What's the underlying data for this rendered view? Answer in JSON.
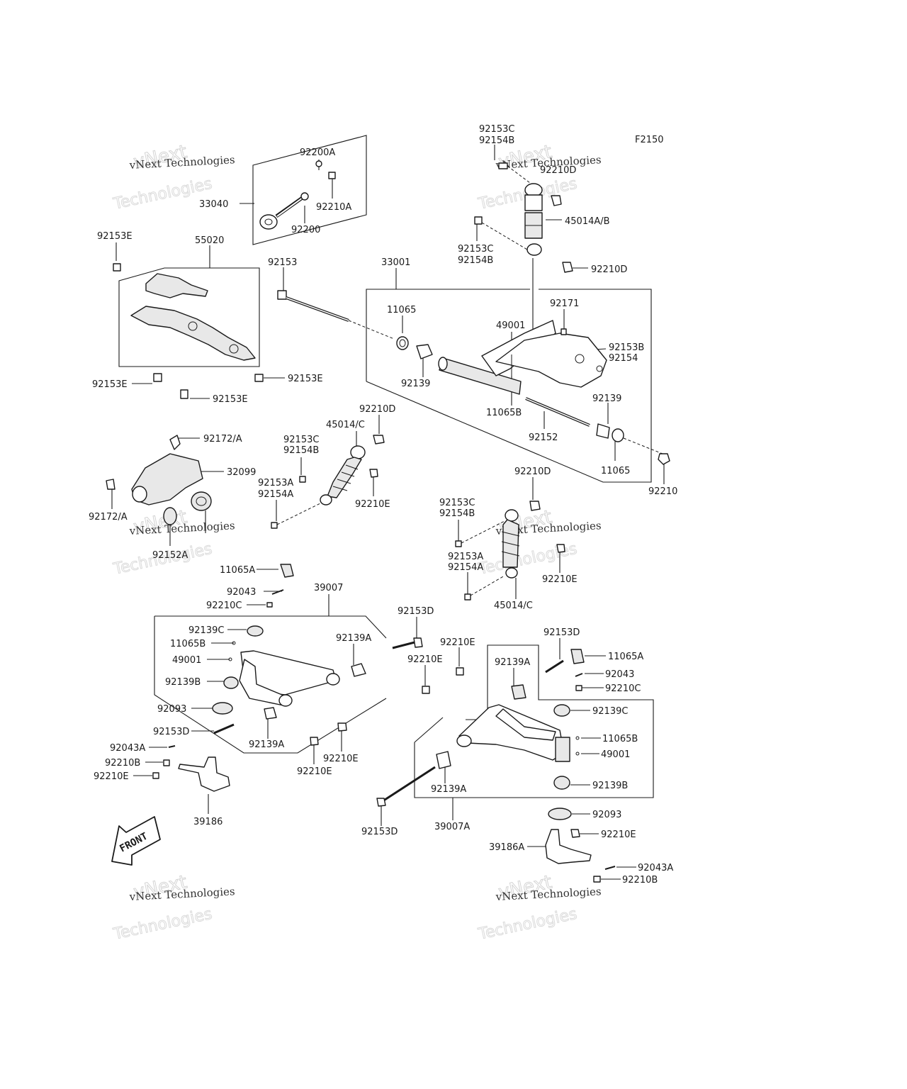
{
  "figure_code": "F2150",
  "front_label": "FRONT",
  "watermark": {
    "line1": "vNext Technologies",
    "line2": "vNext",
    "line3": "Technologies"
  },
  "callouts": [
    {
      "id": "c01",
      "text": "92153C"
    },
    {
      "id": "c02",
      "text": "92154B"
    },
    {
      "id": "c03",
      "text": "92210D"
    },
    {
      "id": "c04",
      "text": "45014A/B"
    },
    {
      "id": "c05",
      "text": "92153C"
    },
    {
      "id": "c06",
      "text": "92154B"
    },
    {
      "id": "c07",
      "text": "92210D"
    },
    {
      "id": "c08",
      "text": "92200A"
    },
    {
      "id": "c09",
      "text": "33040"
    },
    {
      "id": "c10",
      "text": "92210A"
    },
    {
      "id": "c11",
      "text": "92200"
    },
    {
      "id": "c12",
      "text": "92153E"
    },
    {
      "id": "c13",
      "text": "55020"
    },
    {
      "id": "c14",
      "text": "92153E"
    },
    {
      "id": "c15",
      "text": "92153E"
    },
    {
      "id": "c16",
      "text": "92153E"
    },
    {
      "id": "c17",
      "text": "92153"
    },
    {
      "id": "c18",
      "text": "33001"
    },
    {
      "id": "c19",
      "text": "11065"
    },
    {
      "id": "c20",
      "text": "92139"
    },
    {
      "id": "c21",
      "text": "49001"
    },
    {
      "id": "c22",
      "text": "92171"
    },
    {
      "id": "c23",
      "text": "92153B"
    },
    {
      "id": "c24",
      "text": "92154"
    },
    {
      "id": "c25",
      "text": "11065B"
    },
    {
      "id": "c26",
      "text": "92139"
    },
    {
      "id": "c27",
      "text": "92152"
    },
    {
      "id": "c28",
      "text": "11065"
    },
    {
      "id": "c29",
      "text": "92210"
    },
    {
      "id": "c30",
      "text": "92172/A"
    },
    {
      "id": "c31",
      "text": "32099"
    },
    {
      "id": "c32",
      "text": "92172/A"
    },
    {
      "id": "c33",
      "text": "92152A"
    },
    {
      "id": "c34",
      "text": "45014/C"
    },
    {
      "id": "c35",
      "text": "92210D"
    },
    {
      "id": "c36",
      "text": "92153C"
    },
    {
      "id": "c37",
      "text": "92154B"
    },
    {
      "id": "c38",
      "text": "92153A"
    },
    {
      "id": "c39",
      "text": "92154A"
    },
    {
      "id": "c40",
      "text": "92210E"
    },
    {
      "id": "c41",
      "text": "92210D"
    },
    {
      "id": "c42",
      "text": "92153C"
    },
    {
      "id": "c43",
      "text": "92154B"
    },
    {
      "id": "c44",
      "text": "92153A"
    },
    {
      "id": "c45",
      "text": "92154A"
    },
    {
      "id": "c46",
      "text": "92210E"
    },
    {
      "id": "c47",
      "text": "45014/C"
    },
    {
      "id": "c48",
      "text": "11065A"
    },
    {
      "id": "c49",
      "text": "92043"
    },
    {
      "id": "c50",
      "text": "92210C"
    },
    {
      "id": "c51",
      "text": "39007"
    },
    {
      "id": "c52",
      "text": "92139C"
    },
    {
      "id": "c53",
      "text": "11065B"
    },
    {
      "id": "c54",
      "text": "49001"
    },
    {
      "id": "c55",
      "text": "92139B"
    },
    {
      "id": "c56",
      "text": "92139A"
    },
    {
      "id": "c57",
      "text": "92153D"
    },
    {
      "id": "c58",
      "text": "92093"
    },
    {
      "id": "c59",
      "text": "92153D"
    },
    {
      "id": "c60",
      "text": "92043A"
    },
    {
      "id": "c61",
      "text": "92210B"
    },
    {
      "id": "c62",
      "text": "92210E"
    },
    {
      "id": "c63",
      "text": "39186"
    },
    {
      "id": "c64",
      "text": "92139A"
    },
    {
      "id": "c65",
      "text": "92210E"
    },
    {
      "id": "c66",
      "text": "92210E"
    },
    {
      "id": "c67",
      "text": "92210E"
    },
    {
      "id": "c68",
      "text": "92210E"
    },
    {
      "id": "c69",
      "text": "92139A"
    },
    {
      "id": "c70",
      "text": "92153D"
    },
    {
      "id": "c71",
      "text": "11065A"
    },
    {
      "id": "c72",
      "text": "92043"
    },
    {
      "id": "c73",
      "text": "92210C"
    },
    {
      "id": "c74",
      "text": "92139C"
    },
    {
      "id": "c75",
      "text": "11065B"
    },
    {
      "id": "c76",
      "text": "49001"
    },
    {
      "id": "c77",
      "text": "92139B"
    },
    {
      "id": "c78",
      "text": "92139A"
    },
    {
      "id": "c79",
      "text": "39007A"
    },
    {
      "id": "c80",
      "text": "92153D"
    },
    {
      "id": "c81",
      "text": "92093"
    },
    {
      "id": "c82",
      "text": "92210E"
    },
    {
      "id": "c83",
      "text": "39186A"
    },
    {
      "id": "c84",
      "text": "92043A"
    },
    {
      "id": "c85",
      "text": "92210B"
    }
  ]
}
